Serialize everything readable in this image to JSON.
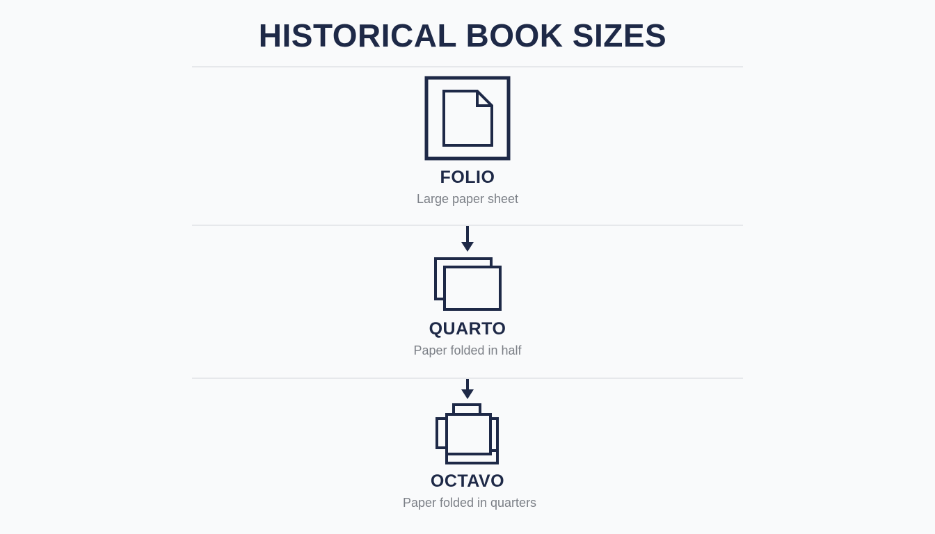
{
  "title": "HISTORICAL BOOK SIZES",
  "colors": {
    "ink": "#1e2947",
    "muted": "#7b7f86",
    "divider": "#e6e8eb",
    "background": "#f9fafb"
  },
  "sizes": [
    {
      "name": "FOLIO",
      "description": "Large paper sheet",
      "icon": "folio-sheet-icon"
    },
    {
      "name": "QUARTO",
      "description": "Paper folded in half",
      "icon": "quarto-fold-icon"
    },
    {
      "name": "OCTAVO",
      "description": "Paper folded in quarters",
      "icon": "octavo-fold-icon"
    }
  ],
  "connectors": [
    "down-arrow-icon",
    "down-arrow-icon"
  ]
}
